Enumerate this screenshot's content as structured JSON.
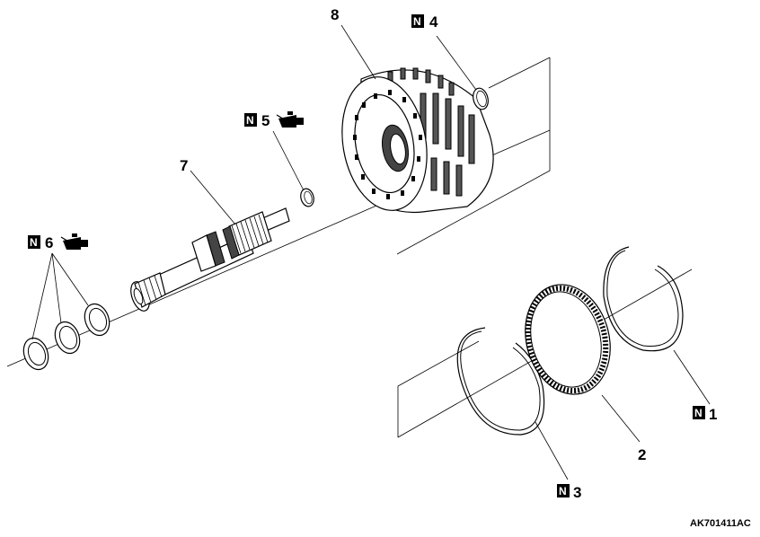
{
  "callouts": {
    "p1": "1",
    "p2": "2",
    "p3": "3",
    "p4": "4",
    "p5": "5",
    "p6": "6",
    "p7": "7",
    "p8": "8"
  },
  "n_mark": "N",
  "figure_code": "AK701411AC",
  "icons": {
    "replace_part": "n-box-icon",
    "lubricate": "oil-can-icon"
  }
}
